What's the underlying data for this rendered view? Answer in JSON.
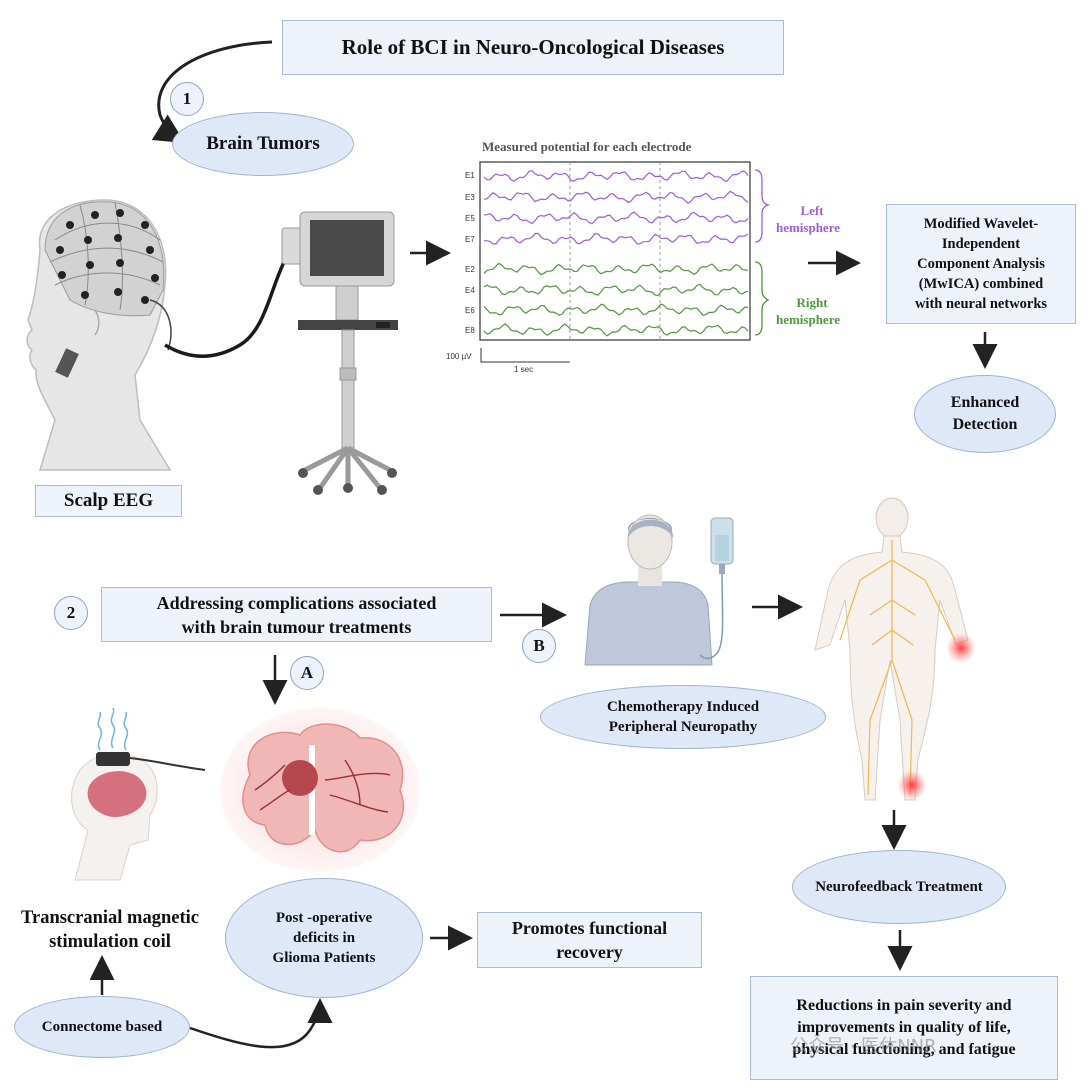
{
  "title": "Role of BCI in Neuro-Oncological Diseases",
  "markers": {
    "one": "1",
    "two": "2",
    "a": "A",
    "b": "B"
  },
  "section1": {
    "brain_tumors": "Brain Tumors",
    "scalp_eeg": "Scalp EEG",
    "eeg_chart": {
      "heading": "Measured potential for each electrode",
      "left_electrodes": [
        "E1",
        "E3",
        "E5",
        "E7"
      ],
      "right_electrodes": [
        "E2",
        "E4",
        "E6",
        "E8"
      ],
      "left_label_1": "Left",
      "left_label_2": "hemisphere",
      "right_label_1": "Right",
      "right_label_2": "hemisphere",
      "scale_voltage": "100 µV",
      "scale_time": "1 sec",
      "left_color": "#a35ad8",
      "right_color": "#4c9a3a"
    },
    "mwica_1": "Modified Wavelet-",
    "mwica_2": "Independent",
    "mwica_3": "Component Analysis",
    "mwica_4": "(MwICA) combined",
    "mwica_5": "with neural networks",
    "enhanced_1": "Enhanced",
    "enhanced_2": "Detection"
  },
  "section2": {
    "complications_1": "Addressing complications associated",
    "complications_2": "with brain tumour treatments",
    "cipn_1": "Chemotherapy Induced",
    "cipn_2": "Peripheral Neuropathy",
    "neurofeedback": "Neurofeedback Treatment",
    "reductions_1": "Reductions in pain severity and",
    "reductions_2": "improvements in quality of life,",
    "reductions_3": "physical functioning, and fatigue",
    "tms_1": "Transcranial magnetic",
    "tms_2": "stimulation coil",
    "postop_1": "Post -operative",
    "postop_2": "deficits in",
    "postop_3": "Glioma Patients",
    "promotes_1": "Promotes functional",
    "promotes_2": "recovery",
    "connectome": "Connectome based"
  },
  "watermark": "公众号 · 医休NNR"
}
